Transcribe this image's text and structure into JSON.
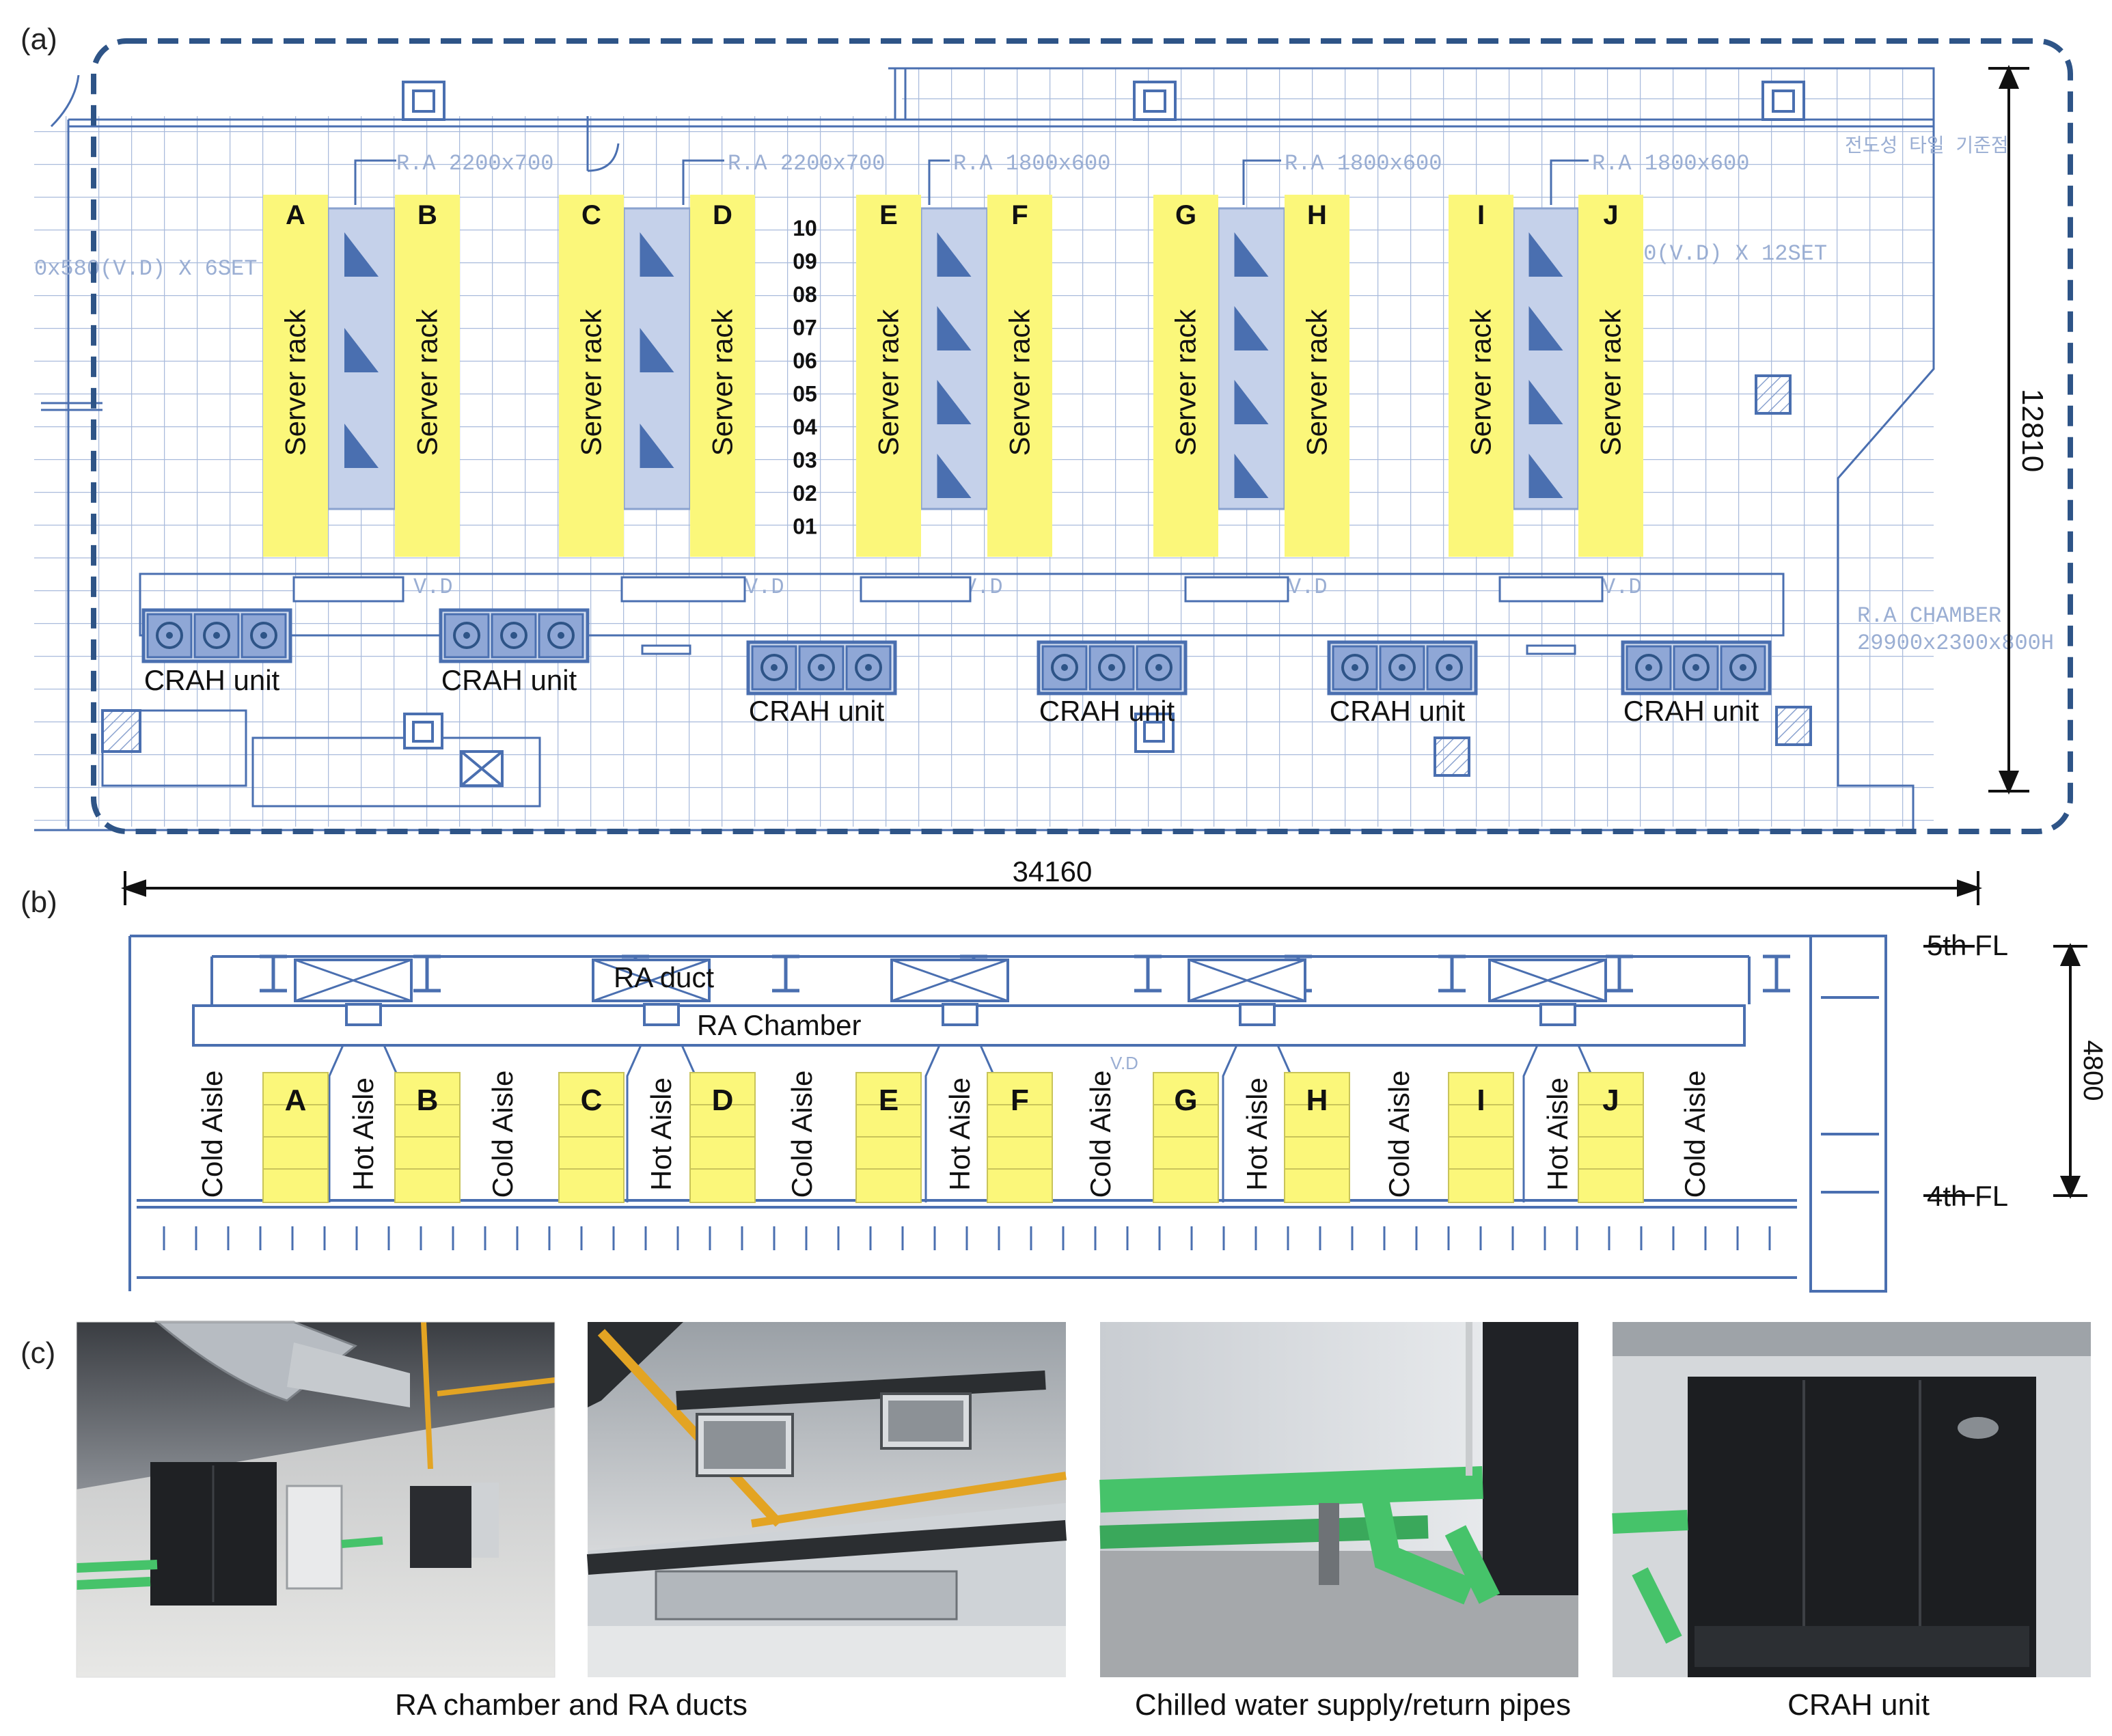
{
  "panels": {
    "a": {
      "label": "(a)"
    },
    "b": {
      "label": "(b)"
    },
    "c": {
      "label": "(c)"
    }
  },
  "plan": {
    "rack_letters": [
      "A",
      "B",
      "C",
      "D",
      "E",
      "F",
      "G",
      "H",
      "I",
      "J"
    ],
    "server_rack_label": "Server rack",
    "row_numbers": [
      "10",
      "09",
      "08",
      "07",
      "06",
      "05",
      "04",
      "03",
      "02",
      "01"
    ],
    "crah_label": "CRAH unit",
    "ra_duct_labels": [
      "R.A 2200x700",
      "R.A 2200x700",
      "R.A 1800x600",
      "R.A 1800x600",
      "R.A 1800x600"
    ],
    "vd_set_labels": [
      "0x580(V.D) X 6SET",
      "580x580(V.D) X 12SET"
    ],
    "vd_label": "V.D",
    "ra_chamber_label": "R.A CHAMBER",
    "ra_chamber_size": "29900x2300x800H",
    "korean_note": "전도성 타일 기준점",
    "height_dim": "12810",
    "width_dim": "34160"
  },
  "section": {
    "ra_duct": "RA duct",
    "ra_chamber": "RA Chamber",
    "floor_5": "5th FL",
    "floor_4": "4th FL",
    "height_dim": "4800",
    "rack_letters": [
      "A",
      "B",
      "C",
      "D",
      "E",
      "F",
      "G",
      "H",
      "I",
      "J"
    ],
    "cold_aisle": "Cold Aisle",
    "hot_aisle": "Hot Aisle",
    "vd": "V.D"
  },
  "photos": {
    "caption_1": "RA chamber and RA ducts",
    "caption_2": "Chilled water supply/return pipes",
    "caption_3": "CRAH unit"
  },
  "colors": {
    "rack_fill": "#fbf77a",
    "line_blue": "#4a6fb0",
    "grid_blue": "#a9bbdc",
    "dashed_frame": "#2e5487",
    "pipe_green": "#46c36a",
    "pipe_yellow": "#e3a423"
  }
}
